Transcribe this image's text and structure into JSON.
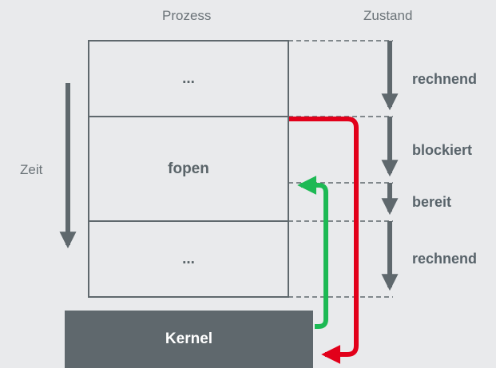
{
  "headers": {
    "prozess": "Prozess",
    "zustand": "Zustand"
  },
  "axis": {
    "zeit": "Zeit"
  },
  "process_rows": [
    {
      "label": "..."
    },
    {
      "label": "fopen"
    },
    {
      "label": "..."
    }
  ],
  "states": [
    {
      "label": "rechnend"
    },
    {
      "label": "blockiert"
    },
    {
      "label": "bereit"
    },
    {
      "label": "rechnend"
    }
  ],
  "kernel": {
    "label": "Kernel"
  },
  "colors": {
    "background": "#e9eaec",
    "box_border": "#5f686d",
    "arrow_gray": "#5f686d",
    "red_arrow": "#e2001a",
    "green_arrow": "#1db954",
    "kernel_fill": "#5f686d",
    "text_gray": "#6b7378"
  }
}
